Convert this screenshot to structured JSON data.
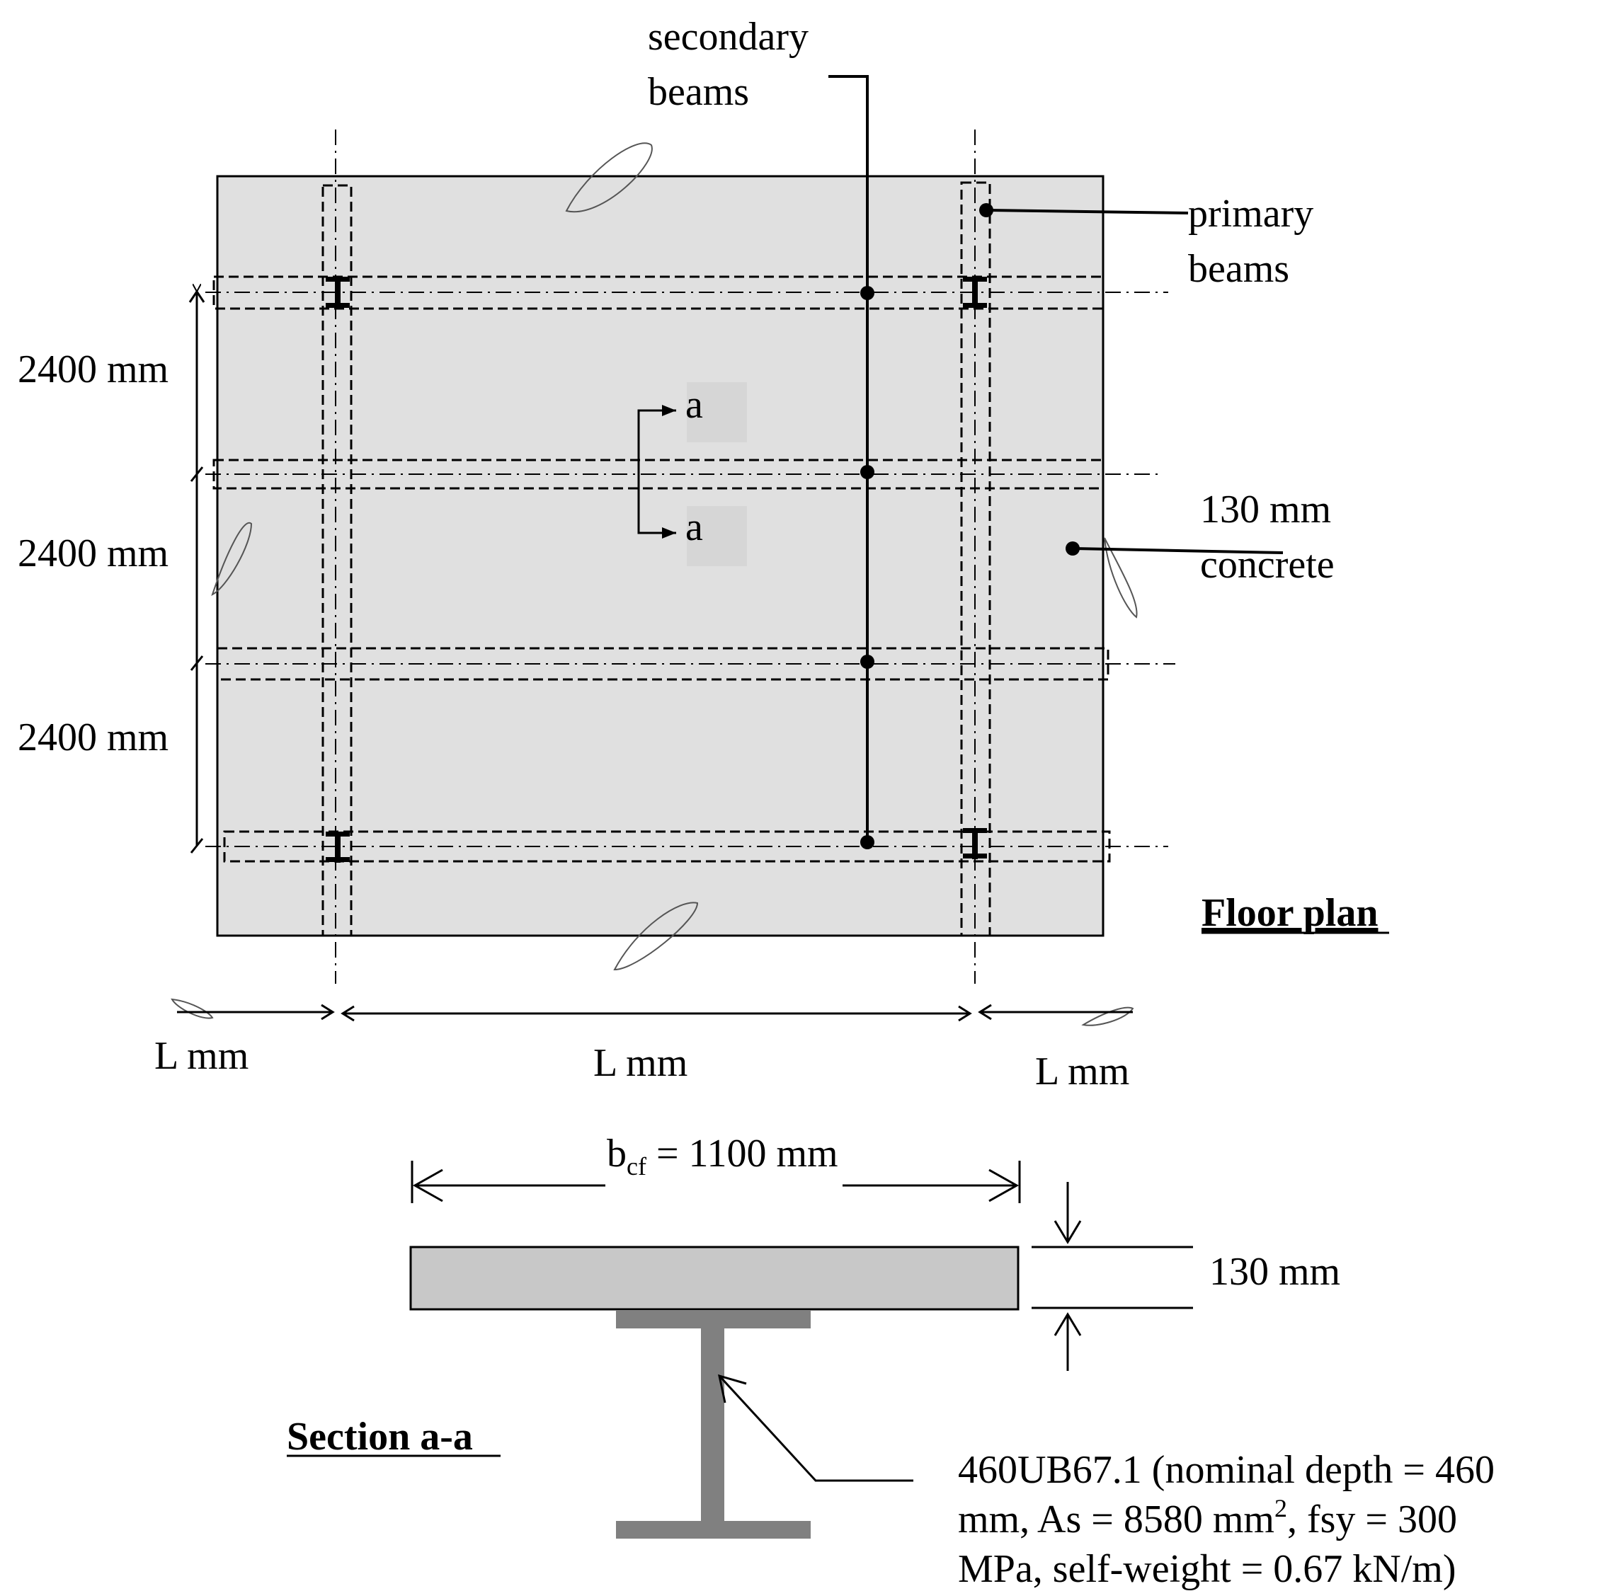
{
  "floor_plan": {
    "title": "Floor plan",
    "labels": {
      "secondary_beams": [
        "secondary",
        "beams"
      ],
      "primary_beams": [
        "primary",
        "beams"
      ],
      "slab": [
        "130 mm",
        "concrete"
      ],
      "section_mark": "a"
    },
    "vertical_dims": [
      "2400 mm",
      "2400 mm",
      "2400 mm"
    ],
    "horizontal_dims": [
      "L mm",
      "L mm",
      "L mm"
    ]
  },
  "section": {
    "title": "Section a-a",
    "width_label": {
      "symbol": "b",
      "subscript": "cf",
      "rest": " = 1100 mm"
    },
    "thickness_label": "130 mm",
    "beam_spec": {
      "line1": "460UB67.1 (nominal depth = 460",
      "line2_a": "mm, As = 8580 mm",
      "line2_sup": "2",
      "line2_b": ", fsy = 300",
      "line3": "MPa, self-weight = 0.67 kN/m)"
    }
  },
  "colors": {
    "slab_fill": "#e0e0e0",
    "section_slab_fill": "#c8c8c8",
    "steel": "#808080"
  }
}
